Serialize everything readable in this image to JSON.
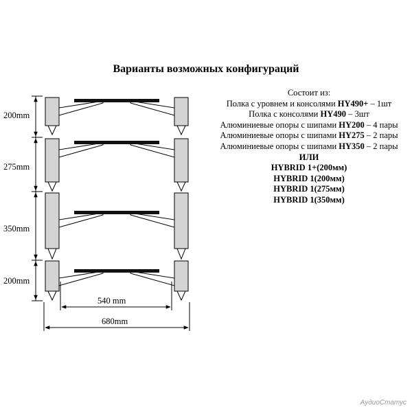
{
  "title": "Варианты возможных конфигураций",
  "composition": {
    "heading": "Состоит из:",
    "lines": [
      {
        "text": "Полка с уровнем и консолями ",
        "code": "HY490+",
        "rest": "  – 1шт"
      },
      {
        "text": "Полка с консолями ",
        "code": "HY490",
        "rest": "  – 3шт"
      },
      {
        "text": "Алюминиевые опоры с шипами ",
        "code": "HY200",
        "rest": " – 4 пары"
      },
      {
        "text": "Алюминиевые опоры с шипами ",
        "code": "HY275",
        "rest": " – 2 пары"
      },
      {
        "text": "Алюминиевые опоры с шипами ",
        "code": "HY350",
        "rest": " – 2 пары"
      }
    ],
    "or_label": "ИЛИ",
    "hybrid": [
      "HYBRID 1+(200мм)",
      "HYBRID 1(200мм)",
      "HYBRID 1(275мм)",
      "HYBRID 1(350мм)"
    ]
  },
  "dimensions": {
    "heights": [
      "200mm",
      "275mm",
      "350mm",
      "200mm"
    ],
    "inner_width": "540 mm",
    "outer_width": "680mm"
  },
  "watermark": "АудиоСтатус",
  "colors": {
    "leg_fill": "#d4d4d4",
    "shelf": "#111111",
    "line": "#000000"
  }
}
